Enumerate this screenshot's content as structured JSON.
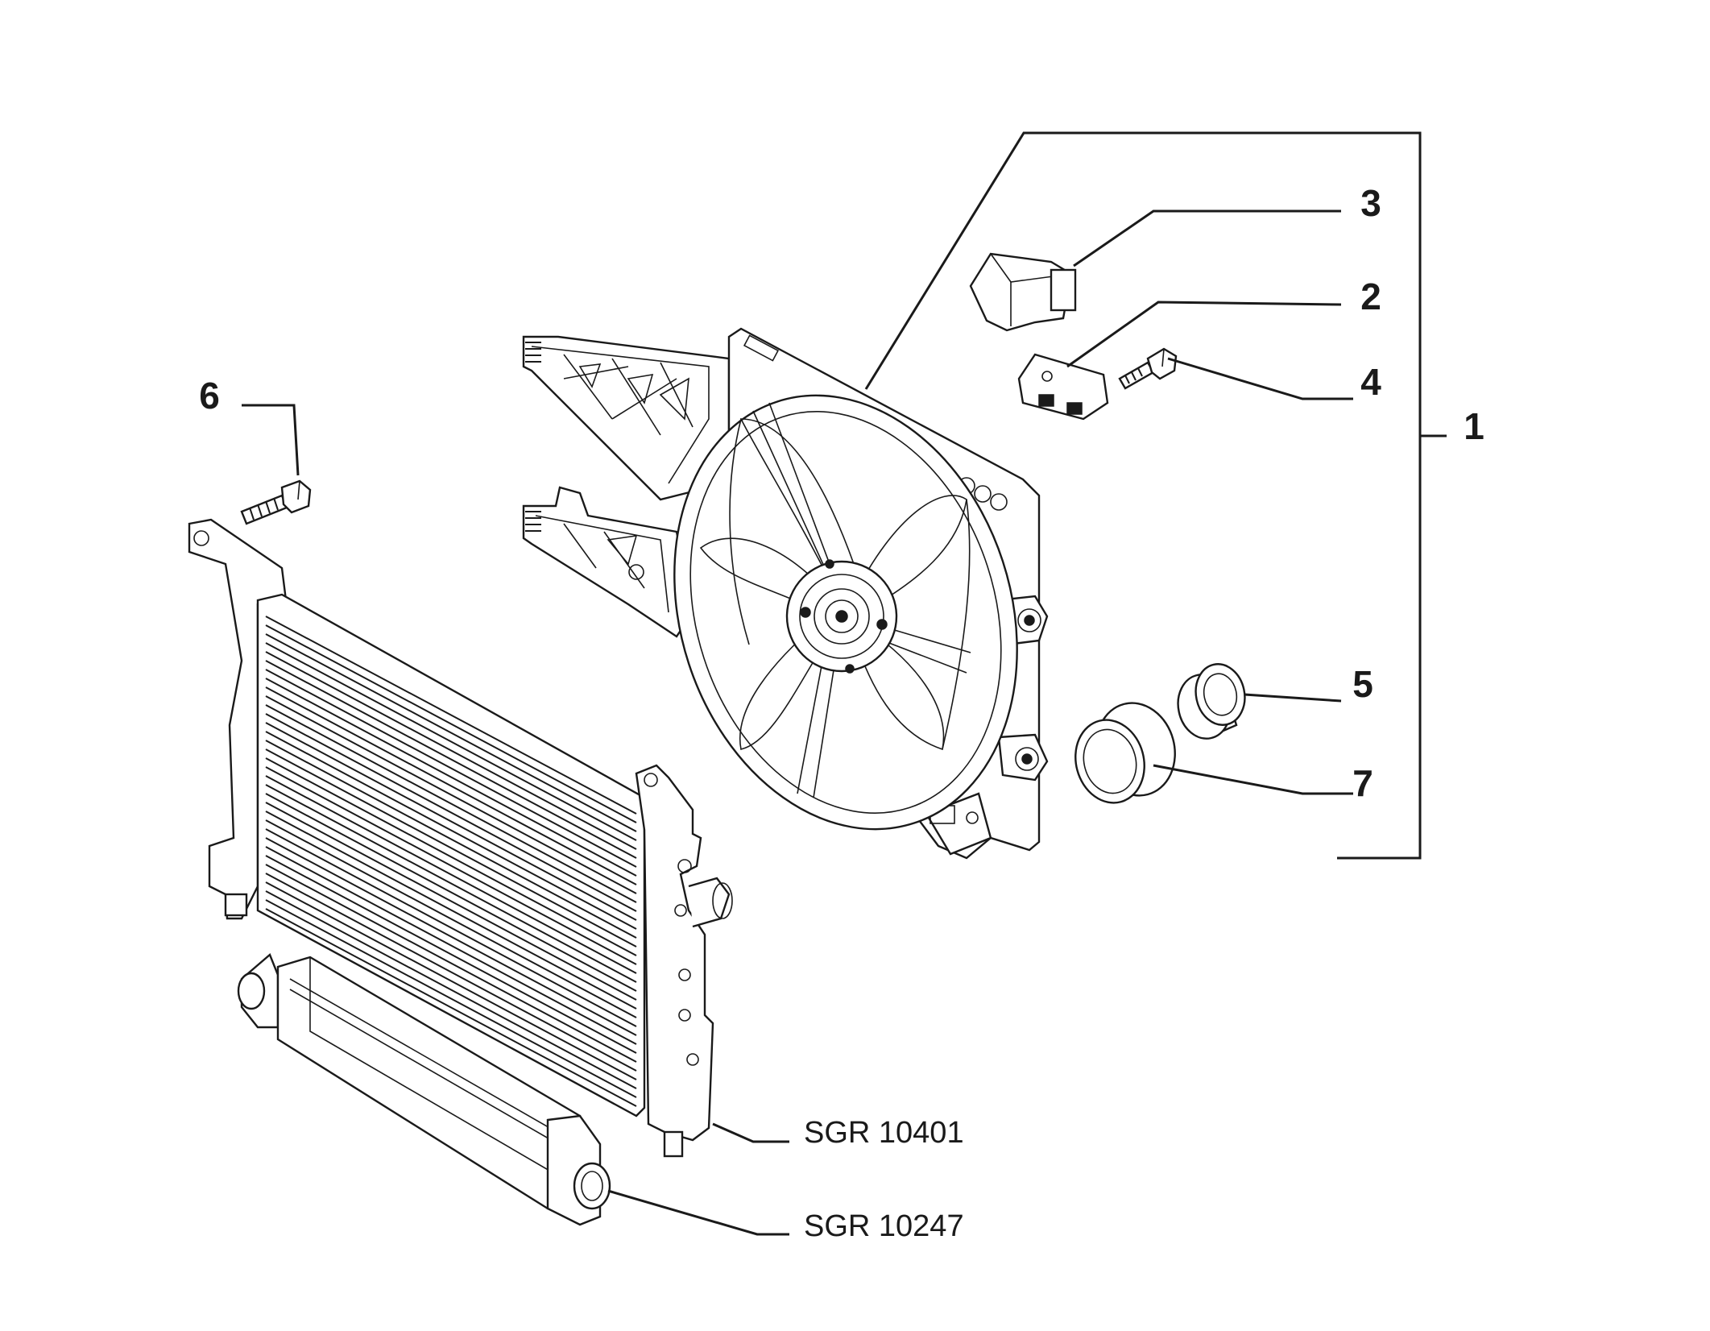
{
  "callouts": {
    "c1": "1",
    "c2": "2",
    "c3": "3",
    "c4": "4",
    "c5": "5",
    "c6": "6",
    "c7": "7"
  },
  "references": {
    "radiator": "SGR 10401",
    "intercooler": "SGR 10247"
  },
  "parts": {
    "p1": "fan-shroud-assembly",
    "p2": "fan-resistor-bracket",
    "p3": "electrical-connector",
    "p4": "mounting-bolt",
    "p5": "rubber-bush",
    "p6": "radiator-bolt",
    "p7": "rubber-mount-cap",
    "radiator": "radiator",
    "intercooler": "intercooler"
  }
}
